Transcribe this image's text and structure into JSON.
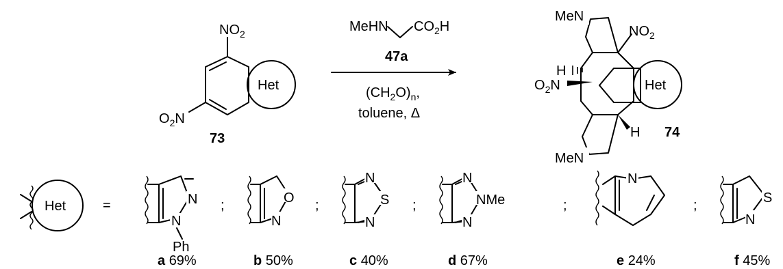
{
  "reagents": {
    "amino_acid_prefix": "MeHN",
    "amino_acid_suffix": "CO",
    "amino_acid_h": "H",
    "amino_acid_sub": "2",
    "amino_acid_label": "47a",
    "line2_a": "(CH",
    "line2_sub": "2",
    "line2_b": "O)",
    "line2_subn": "n",
    "line2_c": ",",
    "line3": "toluene, Δ"
  },
  "substrate": {
    "no2_top": "NO",
    "no2_top_sub": "2",
    "no2_left_pre": "O",
    "no2_left_sub": "2",
    "no2_left_post": "N",
    "het": "Het",
    "label": "73"
  },
  "product": {
    "men_top": "MeN",
    "men_bottom": "MeN",
    "no2_right": "NO",
    "no2_right_sub": "2",
    "no2_left_pre": "O",
    "no2_left_sub": "2",
    "no2_left_post": "N",
    "h_left": "H",
    "h_right": "H",
    "het": "Het",
    "label": "74"
  },
  "legend": {
    "het": "Het",
    "equals": "=",
    "separator": ";"
  },
  "rings": {
    "a": {
      "atoms": [
        "N",
        "N",
        "Ph"
      ],
      "letter": "a",
      "yield": "69%"
    },
    "b": {
      "atoms": [
        "O",
        "N"
      ],
      "letter": "b",
      "yield": "50%"
    },
    "c": {
      "atoms": [
        "N",
        "S",
        "N"
      ],
      "letter": "c",
      "yield": "40%"
    },
    "d": {
      "atoms": [
        "N",
        "NMe",
        "N"
      ],
      "letter": "d",
      "yield": "67%"
    },
    "e": {
      "atoms": [
        "N"
      ],
      "letter": "e",
      "yield": "24%"
    },
    "f": {
      "atoms": [
        "S",
        "N"
      ],
      "letter": "f",
      "yield": "45%"
    }
  }
}
